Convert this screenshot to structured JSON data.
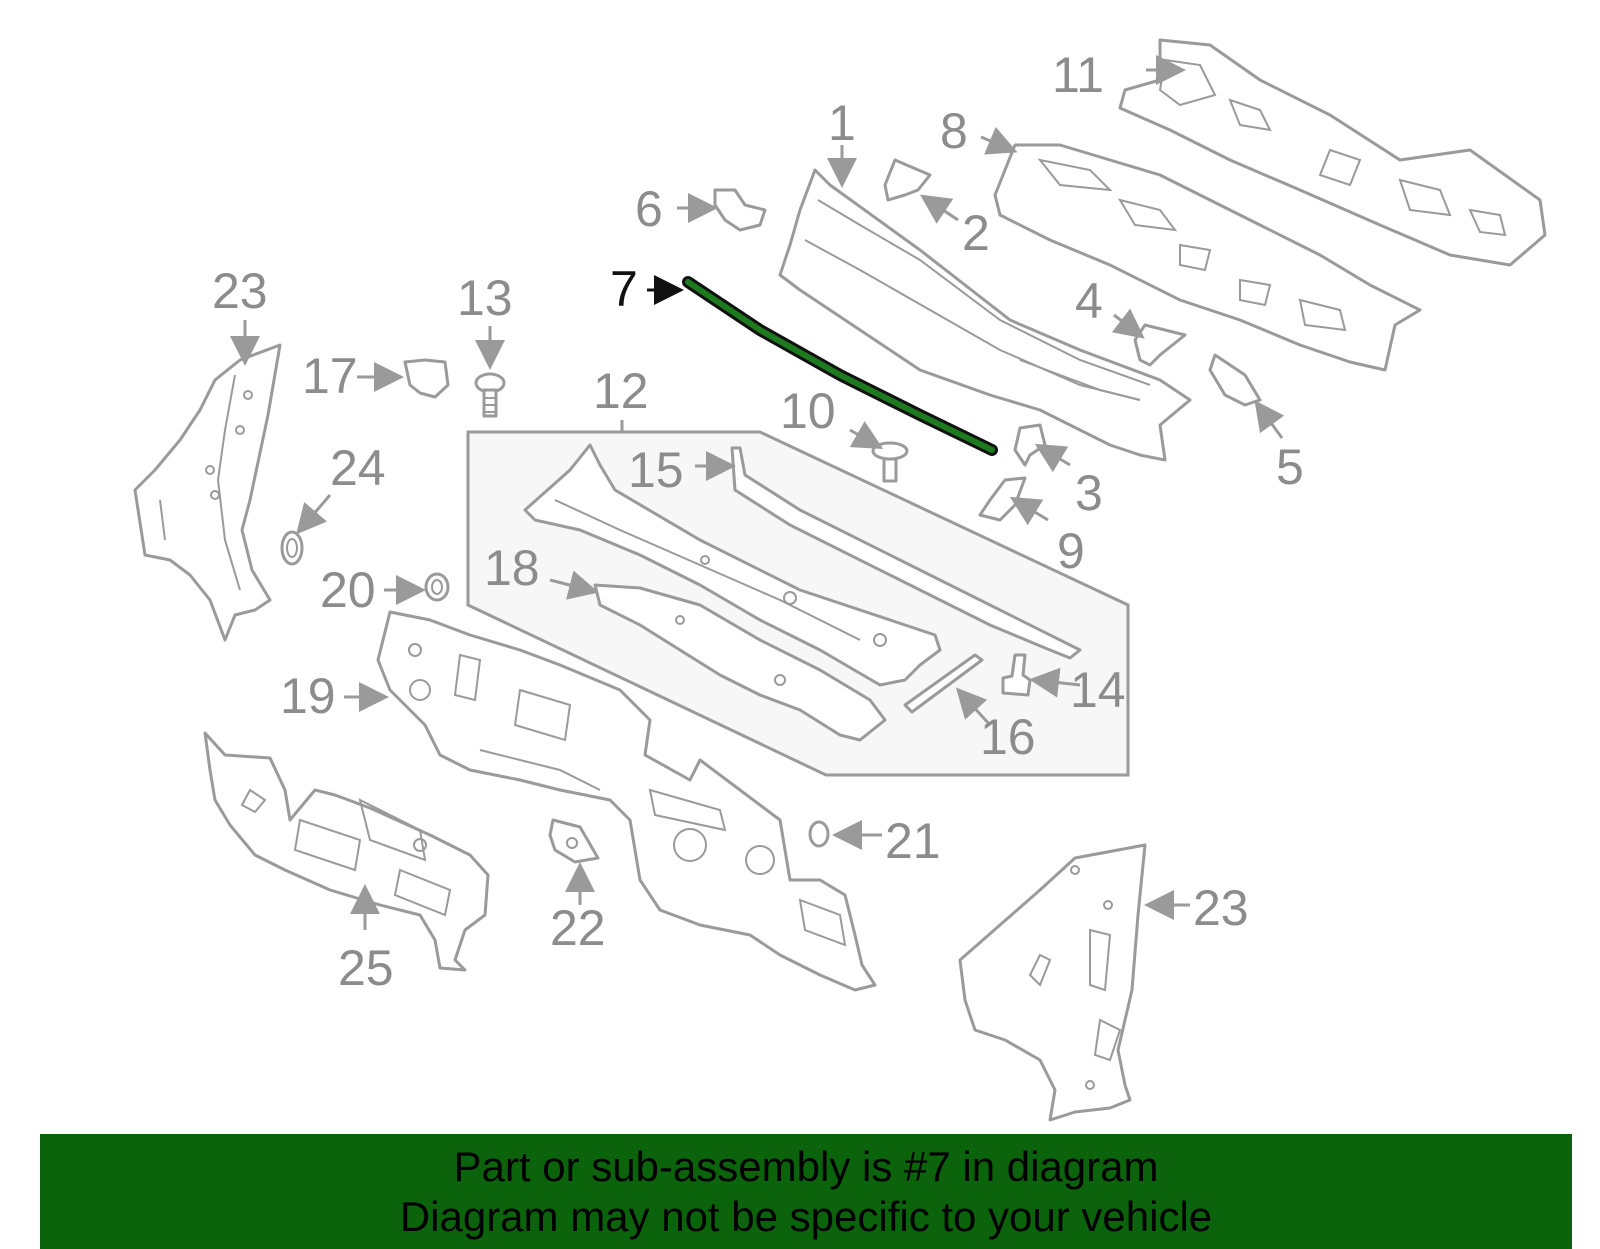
{
  "callouts": {
    "c1": "1",
    "c2": "2",
    "c3": "3",
    "c4": "4",
    "c5": "5",
    "c6": "6",
    "c7": "7",
    "c8": "8",
    "c9": "9",
    "c10": "10",
    "c11": "11",
    "c12": "12",
    "c13": "13",
    "c14": "14",
    "c15": "15",
    "c16": "16",
    "c17": "17",
    "c18": "18",
    "c19": "19",
    "c20": "20",
    "c21": "21",
    "c22": "22",
    "c23a": "23",
    "c23b": "23",
    "c24": "24",
    "c25": "25"
  },
  "highlight": {
    "part": "7",
    "color": "#0b630b"
  },
  "footer": {
    "line1": "Part or sub-assembly is #7 in diagram",
    "line2": "Diagram may not be specific to your vehicle"
  }
}
